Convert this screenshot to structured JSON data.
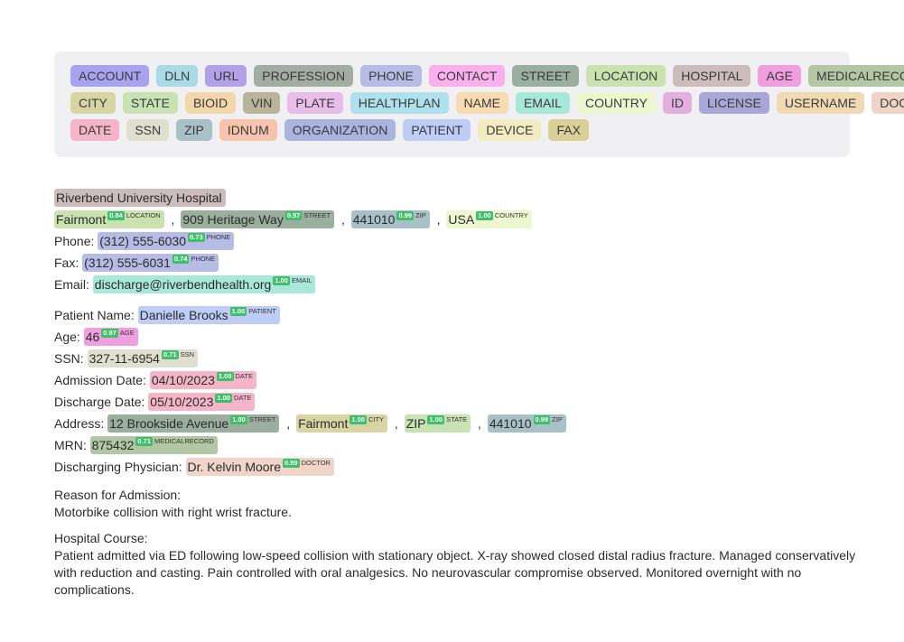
{
  "colors": {
    "ACCOUNT": "#a7a4ef",
    "DLN": "#a9dbe6",
    "URL": "#b2a0e8",
    "PROFESSION": "#a3aca1",
    "PHONE": "#b6bce6",
    "CONTACT": "#f9b0ec",
    "STREET": "#9aaf9e",
    "LOCATION": "#c9e2b0",
    "HOSPITAL": "#ccbcbc",
    "AGE": "#ef9fe0",
    "MEDICALRECORD": "#b3c7a4",
    "CITY": "#d8d5a5",
    "STATE": "#c8e2b4",
    "BIOID": "#f2d7aa",
    "VIN": "#b8b39a",
    "PLATE": "#e9bde9",
    "HEALTHPLAN": "#aee0ee",
    "NAME": "#f6dcb0",
    "EMAIL": "#a8e8d9",
    "COUNTRY": "#eef6cf",
    "ID": "#e2b0de",
    "LICENSE": "#a9a7d8",
    "USERNAME": "#f1d9b3",
    "DOCTOR": "#f1d4c8",
    "DATE": "#f5b5c8",
    "SSN": "#dedfcf",
    "ZIP": "#a7c1c7",
    "IDNUM": "#f6c4ad",
    "ORGANIZATION": "#aab5df",
    "PATIENT": "#bdcdf6",
    "DEVICE": "#f1ecc2",
    "FAX": "#d8d097"
  },
  "legend": {
    "rows": [
      [
        "ACCOUNT",
        "DLN",
        "URL",
        "PROFESSION",
        "PHONE",
        "CONTACT",
        "STREET",
        "LOCATION",
        "HOSPITAL",
        "AGE",
        "MEDICALRECORD"
      ],
      [
        "CITY",
        "STATE",
        "BIOID",
        "VIN",
        "PLATE",
        "HEALTHPLAN",
        "NAME",
        "EMAIL",
        "COUNTRY",
        "ID",
        "LICENSE",
        "USERNAME",
        "DOCTOR"
      ],
      [
        "DATE",
        "SSN",
        "ZIP",
        "IDNUM",
        "ORGANIZATION",
        "PATIENT",
        "DEVICE",
        "FAX"
      ]
    ]
  },
  "document": {
    "blocks": [
      {
        "type": "line",
        "parts": [
          {
            "e": "HOSPITAL",
            "t": "Riverbend University Hospital"
          }
        ]
      },
      {
        "type": "line",
        "parts": [
          {
            "e": "LOCATION",
            "t": "Fairmont",
            "s": "0.84",
            "l": "LOCATION"
          },
          {
            "t": " , "
          },
          {
            "e": "STREET",
            "t": "909 Heritage Way",
            "s": "0.97",
            "l": "STREET"
          },
          {
            "t": " , "
          },
          {
            "e": "ZIP",
            "t": "441010",
            "s": "0.99",
            "l": "ZIP"
          },
          {
            "t": " , "
          },
          {
            "e": "COUNTRY",
            "t": "USA",
            "s": "1.00",
            "l": "COUNTRY"
          }
        ]
      },
      {
        "type": "line",
        "parts": [
          {
            "t": "Phone: "
          },
          {
            "e": "PHONE",
            "t": "(312) 555-6030",
            "s": "0.73",
            "l": "PHONE"
          }
        ]
      },
      {
        "type": "line",
        "parts": [
          {
            "t": "Fax: "
          },
          {
            "e": "PHONE",
            "t": "(312) 555-6031",
            "s": "0.74",
            "l": "PHONE"
          }
        ]
      },
      {
        "type": "line",
        "parts": [
          {
            "t": "Email: "
          },
          {
            "e": "EMAIL",
            "t": "discharge@riverbendhealth.org",
            "s": "1.00",
            "l": "EMAIL"
          }
        ]
      },
      {
        "type": "gap"
      },
      {
        "type": "line",
        "parts": [
          {
            "t": "Patient Name: "
          },
          {
            "e": "PATIENT",
            "t": "Danielle Brooks",
            "s": "1.00",
            "l": "PATIENT"
          }
        ]
      },
      {
        "type": "line",
        "parts": [
          {
            "t": "Age: "
          },
          {
            "e": "AGE",
            "t": "46",
            "s": "0.97",
            "l": "AGE"
          }
        ]
      },
      {
        "type": "line",
        "parts": [
          {
            "t": "SSN: "
          },
          {
            "e": "SSN",
            "t": "327-11-6954",
            "s": "0.71",
            "l": "SSN"
          }
        ]
      },
      {
        "type": "line",
        "parts": [
          {
            "t": "Admission Date: "
          },
          {
            "e": "DATE",
            "t": "04/10/2023",
            "s": "1.00",
            "l": "DATE"
          }
        ]
      },
      {
        "type": "line",
        "parts": [
          {
            "t": "Discharge Date: "
          },
          {
            "e": "DATE",
            "t": "05/10/2023",
            "s": "1.00",
            "l": "DATE"
          }
        ]
      },
      {
        "type": "line",
        "parts": [
          {
            "t": "Address: "
          },
          {
            "e": "STREET",
            "t": "12 Brookside Avenue",
            "s": "1.00",
            "l": "STREET"
          },
          {
            "t": " , "
          },
          {
            "e": "CITY",
            "t": "Fairmont",
            "s": "1.00",
            "l": "CITY"
          },
          {
            "t": " , "
          },
          {
            "e": "STATE",
            "t": "ZIP",
            "s": "1.00",
            "l": "STATE"
          },
          {
            "t": " , "
          },
          {
            "e": "ZIP",
            "t": "441010",
            "s": "0.99",
            "l": "ZIP"
          }
        ]
      },
      {
        "type": "line",
        "parts": [
          {
            "t": "MRN: "
          },
          {
            "e": "MEDICALRECORD",
            "t": "875432",
            "s": "0.71",
            "l": "MEDICALRECORD"
          }
        ]
      },
      {
        "type": "line",
        "parts": [
          {
            "t": "Discharging Physician: "
          },
          {
            "e": "DOCTOR",
            "t": "Dr. Kelvin Moore",
            "s": "0.99",
            "l": "DOCTOR"
          }
        ]
      },
      {
        "type": "gap"
      },
      {
        "type": "heading",
        "text": "Reason for Admission:"
      },
      {
        "type": "para",
        "text": "Motorbike collision with right wrist fracture."
      },
      {
        "type": "gap"
      },
      {
        "type": "heading",
        "text": "Hospital Course:"
      },
      {
        "type": "para",
        "text": "Patient admitted via ED following low-speed collision with stationary object. X-ray showed closed distal radius fracture. Managed conservatively with reduction and casting. Pain controlled with oral analgesics. No neurovascular compromise observed. Monitored overnight with no complications."
      }
    ]
  }
}
